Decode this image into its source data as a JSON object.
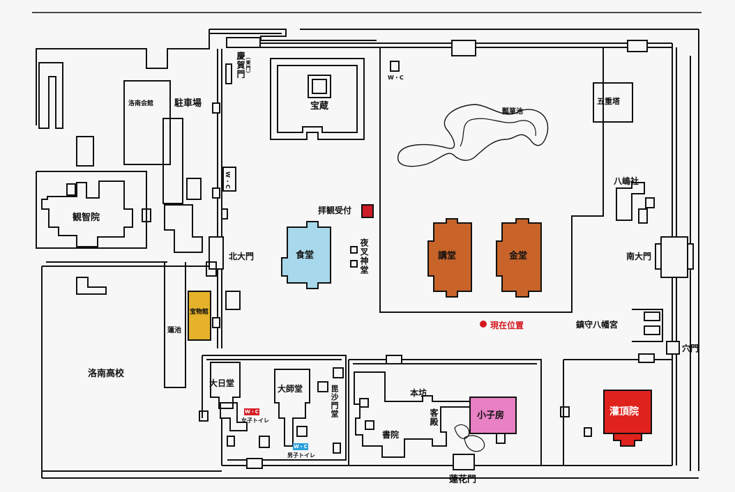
{
  "labels": {
    "houzou": "宝蔵",
    "keigamon": "慶賀門",
    "keigamon_sub": "（東門）",
    "wc_top": "W・C",
    "hyotanike": "瓢箪池",
    "gojunoto": "五重塔",
    "rakunan_kaikan": "洛南会館",
    "chushajo": "駐車場",
    "wc_left": "W・C",
    "kanchiin": "観智院",
    "haikan_uketsuke": "拝観受付",
    "hachimansha": "八嶋社",
    "jikido": "食堂",
    "kitadaimon": "北大門",
    "yashajindo": "夜叉神堂",
    "kodo": "講堂",
    "kondo": "金堂",
    "nandaimon": "南大門",
    "homotsukan": "宝物館",
    "hasuike": "蓮池",
    "genzaiichi": "現在位置",
    "chinju_hachimangu": "鎮守八幡宮",
    "anamon": "穴門",
    "rakunan_koko": "洛南高校",
    "dainichido": "大日堂",
    "daishido": "大師堂",
    "bishamondo": "毘沙門堂",
    "honbo": "本坊",
    "kyakuden": "客殿",
    "kosobo": "小子房",
    "kanjoin": "灌頂院",
    "shoin": "書院",
    "wc_women_tag": "W・C",
    "women_toilet": "女子トイレ",
    "wc_men_tag": "W・C",
    "men_toilet": "男子トイレ",
    "rengemon": "蓮花門"
  },
  "colors": {
    "jikido": "#a8d8ec",
    "kodo_kondo": "#c8642a",
    "gojunoto": "#cc6a2c",
    "homotsukan": "#e6b22a",
    "kosobo": "#e880c4",
    "kanjoin": "#e0221c",
    "reception": "#cc1c28",
    "current_position": "#d41820",
    "wc_women": "#d42028",
    "wc_men": "#2aa0dc",
    "wall": "#111111"
  }
}
